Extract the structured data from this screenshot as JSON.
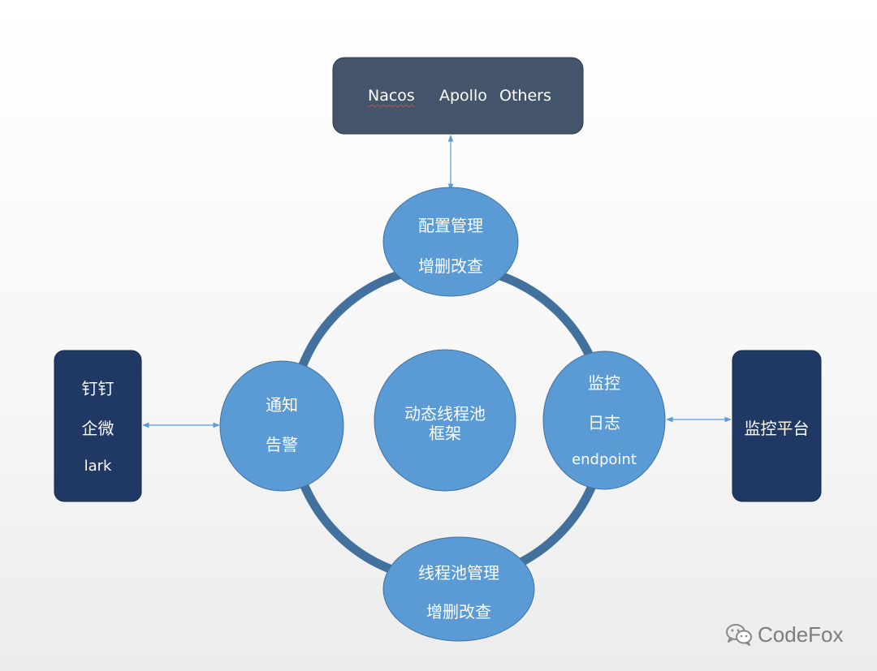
{
  "config_center": {
    "items": [
      "Nacos",
      "Apollo",
      "Others"
    ]
  },
  "notify_channels": {
    "items": [
      "钉钉",
      "企微",
      "lark"
    ]
  },
  "monitor_platform": {
    "label": "监控平台"
  },
  "nodes": {
    "config": {
      "line1": "配置管理",
      "line2": "增删改查"
    },
    "notify": {
      "line1": "通知",
      "line2": "告警"
    },
    "monitor": {
      "line1": "监控",
      "line2": "日志",
      "line3": "endpoint"
    },
    "pool": {
      "line1": "线程池管理",
      "line2": "增删改查"
    },
    "center": {
      "line1": "动态线程池",
      "line2": "框架"
    }
  },
  "watermark": {
    "text": "CodeFox",
    "icon": "wechat-icon"
  },
  "colors": {
    "node_fill": "#5b9bd5",
    "node_stroke": "#41719c",
    "ring": "#41719c",
    "config_box": "#44546a",
    "side_box": "#203864",
    "arrow": "#5b9bd5"
  }
}
